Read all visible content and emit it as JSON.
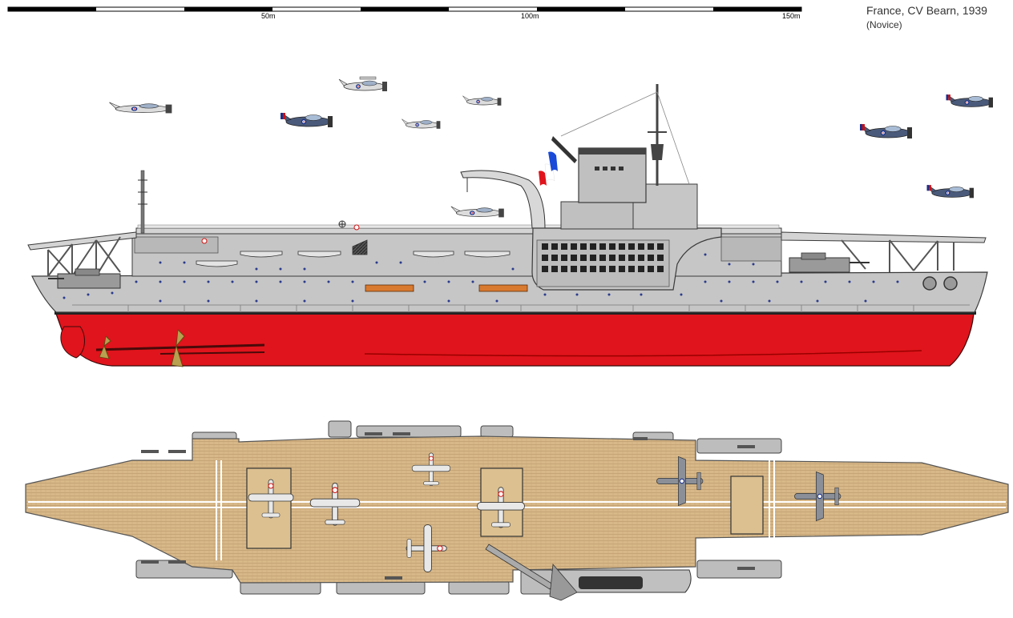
{
  "title": "France, CV Bearn, 1939",
  "subtitle": "(Novice)",
  "scale": {
    "labels": [
      "50m",
      "100m",
      "150m"
    ]
  },
  "colors": {
    "hull_gray": "#c6c6c6",
    "hull_red": "#e0141c",
    "deck_tan": "#d8b888",
    "outline": "#3a3a3a",
    "porthole": "#2a3a8c",
    "boat_orange": "#d87a30"
  }
}
